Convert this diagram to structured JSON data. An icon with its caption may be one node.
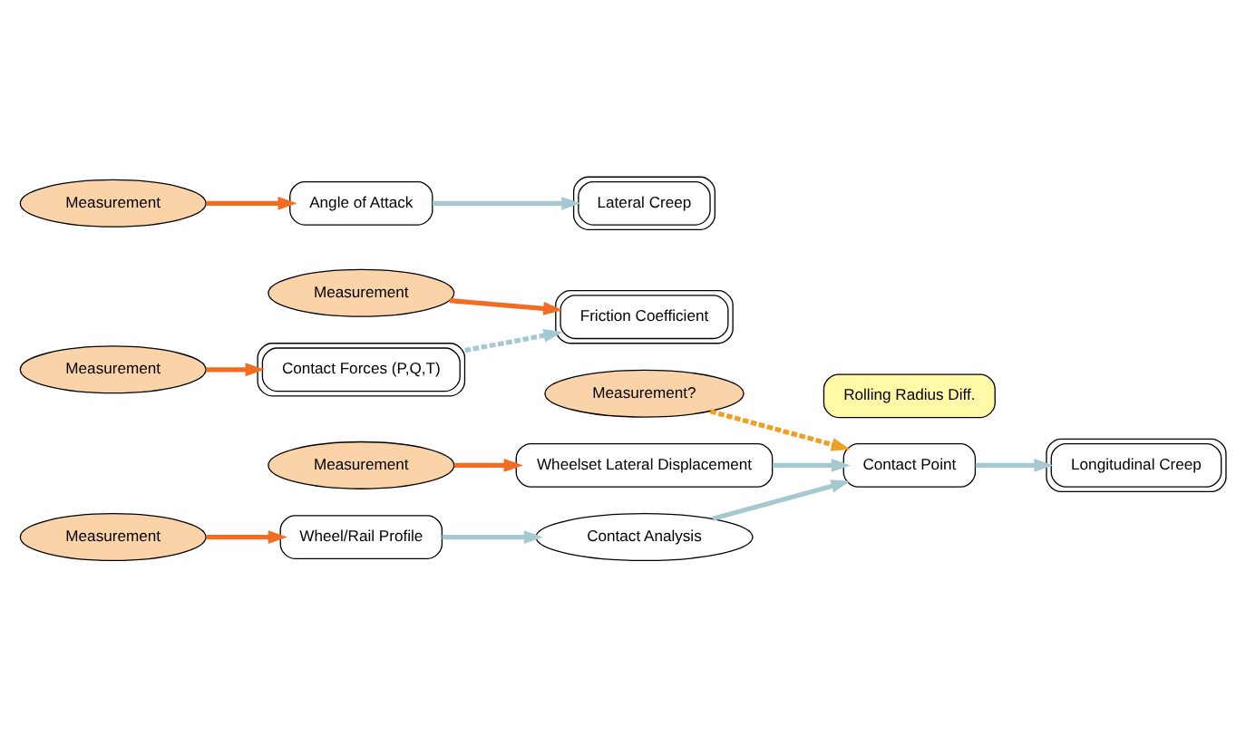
{
  "diagram": {
    "nodes": [
      {
        "text": [
          "Measurement?"
        ]
      },
      {
        "text": [
          "Rolling Radius Diff."
        ]
      },
      {
        "text": [
          "Wheelset Lateral Displacement"
        ]
      },
      {
        "text": [
          "Contact Point"
        ]
      },
      {
        "text": [
          "Longitudinal Creep"
        ]
      },
      {
        "text": [
          "Measurement"
        ]
      },
      {
        "text": [
          "Contact Analysis"
        ]
      },
      {
        "text": [
          "Measurement"
        ]
      },
      {
        "text": [
          "Friction Coefficient"
        ]
      },
      {
        "text": [
          "Wheel/Rail Profile"
        ]
      },
      {
        "text": [
          "Measurement"
        ]
      },
      {
        "text": [
          "Lateral Creep"
        ]
      },
      {
        "text": [
          "Angle of Attack"
        ]
      },
      {
        "text": [
          "Measurement"
        ]
      },
      {
        "text": [
          "Contact Forces (P,Q,T)"
        ]
      },
      {
        "text": [
          "Measurement"
        ]
      }
    ],
    "edges": [
      {
        "from": 2,
        "to": 3,
        "arrow": "to"
      },
      {
        "from": 0,
        "to": 3,
        "arrow": "to",
        "style": "dashed",
        "color": "#f0a020"
      },
      {
        "from": 3,
        "to": 4,
        "arrow": "to"
      },
      {
        "from": 5,
        "to": 2,
        "arrow": "to",
        "color": "#f26c22"
      },
      {
        "from": 9,
        "to": 6,
        "arrow": "to"
      },
      {
        "from": 6,
        "to": 3,
        "arrow": "to"
      },
      {
        "from": 7,
        "to": 8,
        "arrow": "to",
        "color": "#f26c22"
      },
      {
        "from": 10,
        "to": 9,
        "arrow": "to",
        "color": "#f26c22"
      },
      {
        "from": 12,
        "to": 11,
        "arrow": "to"
      },
      {
        "from": 15,
        "to": 12,
        "arrow": "to",
        "color": "#f26c22"
      },
      {
        "from": 13,
        "to": 14,
        "arrow": "to",
        "color": "#f26c22"
      },
      {
        "from": 14,
        "to": 8,
        "arrow": "to",
        "style": "dashed"
      }
    ]
  }
}
